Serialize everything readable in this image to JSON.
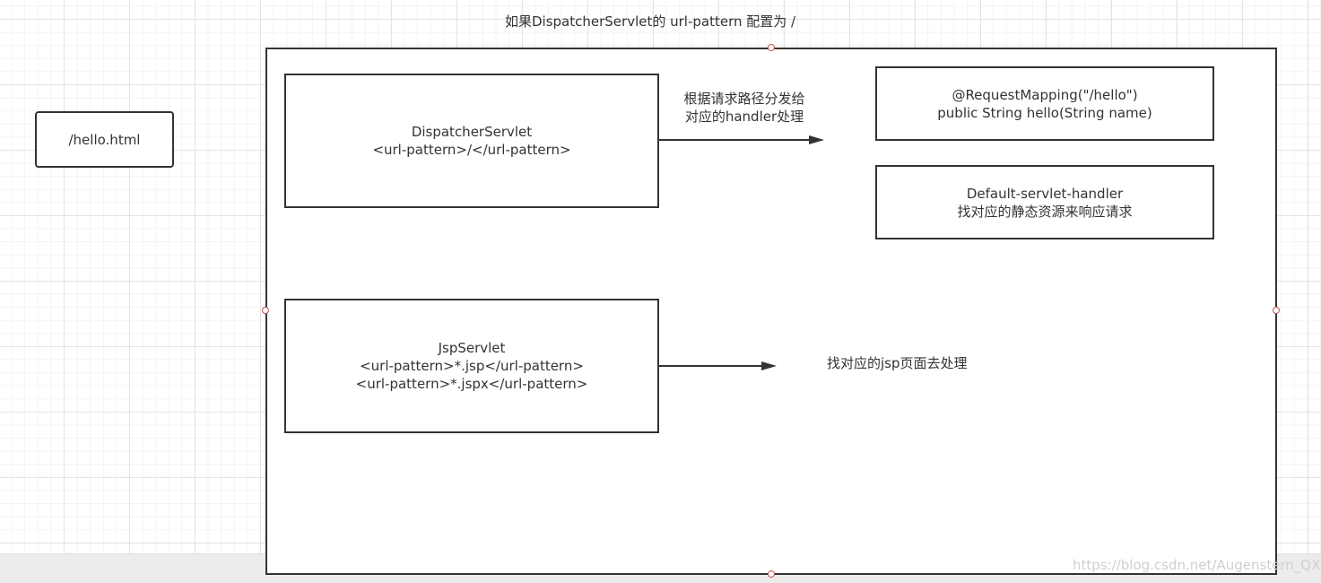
{
  "caption": "如果DispatcherServlet的 url-pattern 配置为 /",
  "request_box": {
    "label": "/hello.html"
  },
  "dispatcher_box": {
    "line1": "DispatcherServlet",
    "line2": "<url-pattern>/</url-pattern>"
  },
  "jsp_box": {
    "line1": "JspServlet",
    "line2": "<url-pattern>*.jsp</url-pattern>",
    "line3": "<url-pattern>*.jspx</url-pattern>"
  },
  "dispatch_label": {
    "line1": "根据请求路径分发给",
    "line2": "对应的handler处理"
  },
  "mapping_box": {
    "line1": "@RequestMapping(\"/hello\")",
    "line2": "public String hello(String name)"
  },
  "default_box": {
    "line1": "Default-servlet-handler",
    "line2": "找对应的静态资源来响应请求"
  },
  "jsp_label": "找对应的jsp页面去处理",
  "watermark": "https://blog.csdn.net/Augenstern_QXL",
  "colors": {
    "stroke": "#333333",
    "handle": "#bb5555",
    "grid": "#e3e3e3"
  }
}
